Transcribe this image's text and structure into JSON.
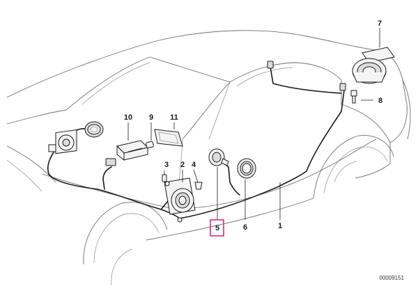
{
  "diagram": {
    "highlight_color": "#e0287a",
    "callouts": {
      "c1": "1",
      "c2": "2",
      "c3": "3",
      "c4": "4",
      "c5": "5",
      "c6": "6",
      "c7": "7",
      "c8": "8",
      "c9": "9",
      "c10": "10",
      "c11": "11"
    },
    "highlighted_callout": "5",
    "image_code": "00009151"
  }
}
